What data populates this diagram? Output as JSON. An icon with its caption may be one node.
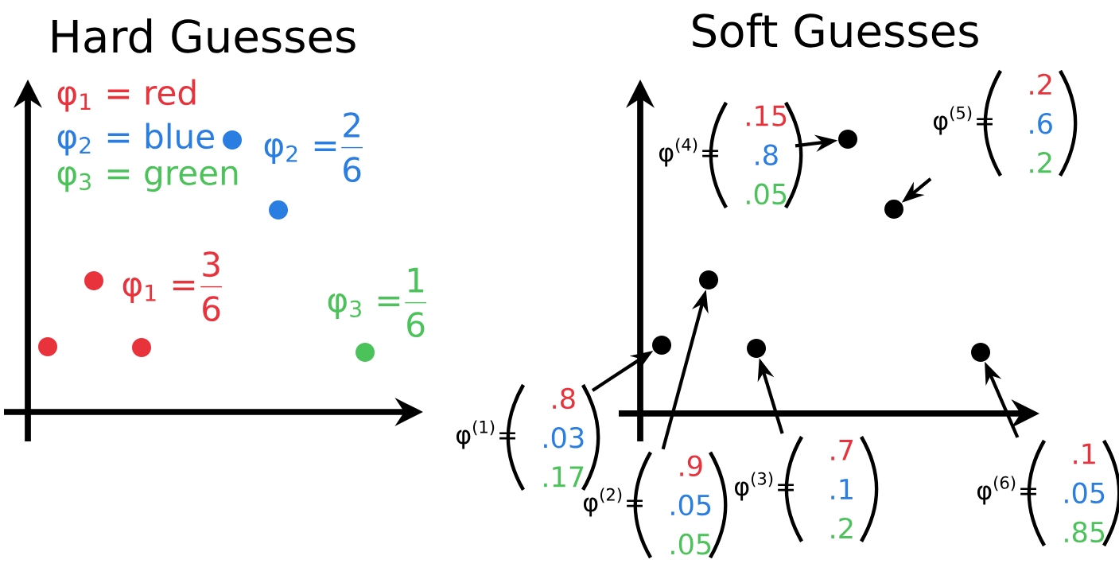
{
  "diagram": {
    "nodes": [
      {
        "text": [
          "φ$^{(4)}$=",
          ".15",
          ".8",
          ".05"
        ]
      },
      {
        "text": [],
        "shape": "circle"
      },
      {
        "text": [
          "φ$^{(5)}$=",
          ".2",
          ".6",
          ".2"
        ]
      },
      {
        "text": [],
        "shape": "circle"
      },
      {
        "text": [],
        "shape": "circle"
      },
      {
        "text": [],
        "shape": "circle"
      },
      {
        "text": [],
        "shape": "circle"
      },
      {
        "text": [],
        "shape": "circle"
      },
      {
        "text": [
          "φ$^{(1)}$=",
          ".8",
          ".03",
          ".17"
        ]
      },
      {
        "text": [
          "φ$^{(2)}$=",
          ".9",
          ".05",
          ".05"
        ]
      },
      {
        "text": [
          "φ$^{(3)}$=",
          ".7",
          ".1",
          ".2"
        ]
      },
      {
        "text": [
          "φ$^{(6)}$=",
          ".1",
          ".05",
          ".85"
        ]
      }
    ],
    "edges": [
      {
        "from": 0,
        "to": 1,
        "arrow": "to"
      },
      {
        "from": 2,
        "to": 3,
        "arrow": "to"
      },
      {
        "from": 8,
        "to": 5,
        "arrow": "to"
      },
      {
        "from": 9,
        "to": 4,
        "arrow": "to"
      },
      {
        "from": 10,
        "to": 6,
        "arrow": "to"
      },
      {
        "from": 11,
        "to": 7,
        "arrow": "to"
      }
    ],
    "labels": [
      "Hard Guesses",
      "Soft Guesses",
      "φ$_{1}$ = red",
      "φ$_{2}$ = blue",
      "φ$_{3}$ = green",
      "φ$_{2}$ =",
      "2",
      "6",
      "φ$_{1}$ =",
      "3",
      "6",
      "φ$_{3}$ =",
      "1",
      "6"
    ]
  }
}
